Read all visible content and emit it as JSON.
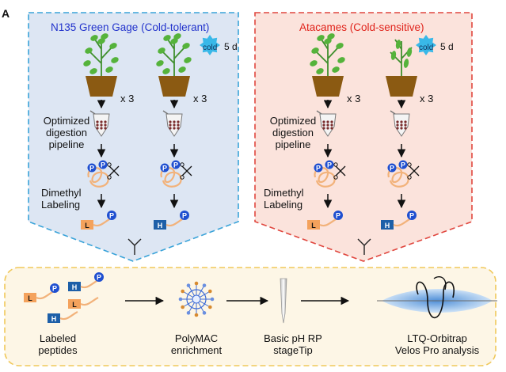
{
  "panel_label": "A",
  "left_panel": {
    "title": "N135 Green Gage (Cold-tolerant)",
    "title_color": "#2233cc",
    "border_color": "#3aa3d9",
    "fill_color": "#dde6f3",
    "replicate_left": "x 3",
    "replicate_right": "x 3",
    "cold_badge": "cold",
    "duration": "5 d",
    "step_digestion": "Optimized\ndigestion\npipeline",
    "step_labeling": "Dimethyl\nLabeling",
    "tag_light": "L",
    "tag_heavy": "H",
    "phospho": "P"
  },
  "right_panel": {
    "title": "Atacames (Cold-sensitive)",
    "title_color": "#e0231b",
    "border_color": "#e0463e",
    "fill_color": "#fbe3dc",
    "replicate_left": "x 3",
    "replicate_right": "x 3",
    "cold_badge": "cold",
    "duration": "5 d",
    "step_digestion": "Optimized\ndigestion\npipeline",
    "step_labeling": "Dimethyl\nLabeling",
    "tag_light": "L",
    "tag_heavy": "H",
    "phospho": "P"
  },
  "bottom_panel": {
    "border_color": "#f0c85a",
    "fill_color": "#fdf6e6",
    "steps": [
      {
        "label": "Labeled\npeptides"
      },
      {
        "label": "PolyMAC\nenrichment"
      },
      {
        "label": "Basic pH RP\nstageTip"
      },
      {
        "label": "LTQ-Orbitrap\nVelos Pro analysis"
      }
    ],
    "tag_light": "L",
    "tag_heavy": "H",
    "phospho": "P"
  },
  "colors": {
    "light_tag": "#f4a25c",
    "heavy_tag": "#1d5fa8",
    "phospho_circle": "#1f4fd0",
    "peptide_line": "#f2b27a",
    "plant_green": "#55b33b",
    "pot_brown": "#8b5a12",
    "cold_star": "#39b8e8"
  }
}
